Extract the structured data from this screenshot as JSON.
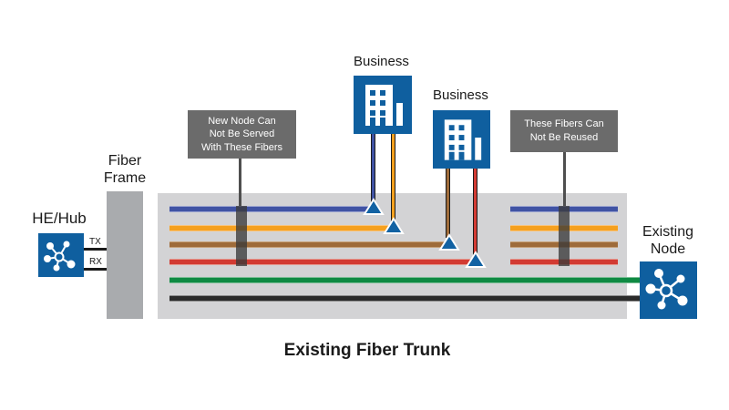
{
  "title": "Existing Fiber Trunk",
  "nodes": {
    "he_hub": {
      "label": "HE/Hub",
      "tx": "TX",
      "rx": "RX"
    },
    "fiber_frame": {
      "label": "Fiber\nFrame"
    },
    "existing_node": {
      "label": "Existing\nNode"
    },
    "business_top": {
      "label": "Business"
    },
    "business_mid": {
      "label": "Business"
    }
  },
  "callouts": {
    "left": {
      "text": "New Node Can\nNot Be Served\nWith These Fibers"
    },
    "right": {
      "text": "These Fibers Can\nNot Be Reused"
    }
  },
  "colors": {
    "icon_blue": "#0f5f9f",
    "tap_triangle_blue": "#1262a3",
    "trunk_gray": "#d3d3d5",
    "frame_gray": "#a9abae",
    "callout_gray": "#6b6b6b",
    "leader_gray": "#4f4f4f",
    "fiber_blue": "#4053a4",
    "fiber_orange": "#f5a01e",
    "fiber_brown": "#9e6b3a",
    "fiber_red": "#d23b33",
    "fiber_green": "#0f8a43",
    "fiber_black": "#2b2b2b"
  },
  "fibers": [
    {
      "name": "fiber-blue",
      "hex": "#4053a4",
      "state": "cut at business tap"
    },
    {
      "name": "fiber-orange",
      "hex": "#f5a01e",
      "state": "cut at business tap"
    },
    {
      "name": "fiber-brown",
      "hex": "#9e6b3a",
      "state": "cut at business tap"
    },
    {
      "name": "fiber-red",
      "hex": "#d23b33",
      "state": "cut at business tap"
    },
    {
      "name": "fiber-green",
      "hex": "#0f8a43",
      "state": "continuous to existing node"
    },
    {
      "name": "fiber-black",
      "hex": "#2b2b2b",
      "state": "continuous to existing node"
    }
  ]
}
